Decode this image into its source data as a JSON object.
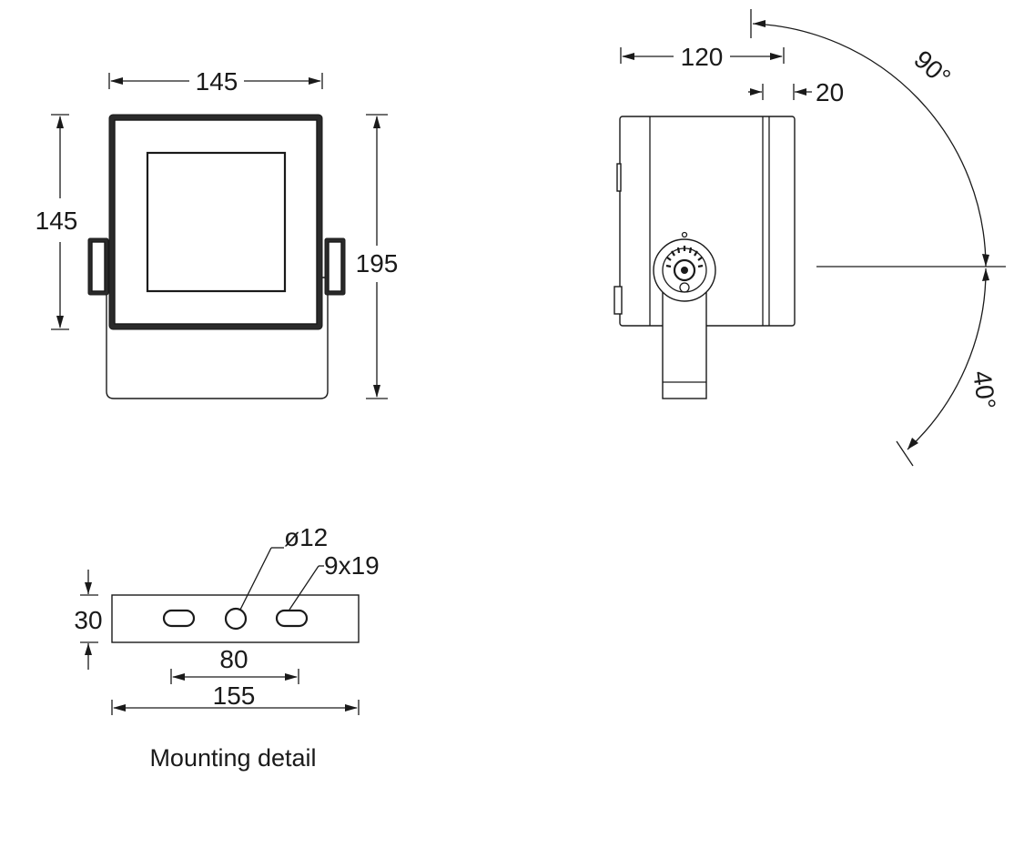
{
  "front_view": {
    "width_label": "145",
    "height_label": "145",
    "total_height_label": "195"
  },
  "side_view": {
    "depth_label": "120",
    "offset_label": "20",
    "tilt_up_label": "90°",
    "tilt_down_label": "40°"
  },
  "mounting_detail": {
    "caption": "Mounting detail",
    "hole_diameter_label": "ø12",
    "slot_size_label": "9x19",
    "height_label": "30",
    "hole_spacing_label": "80",
    "length_label": "155"
  }
}
